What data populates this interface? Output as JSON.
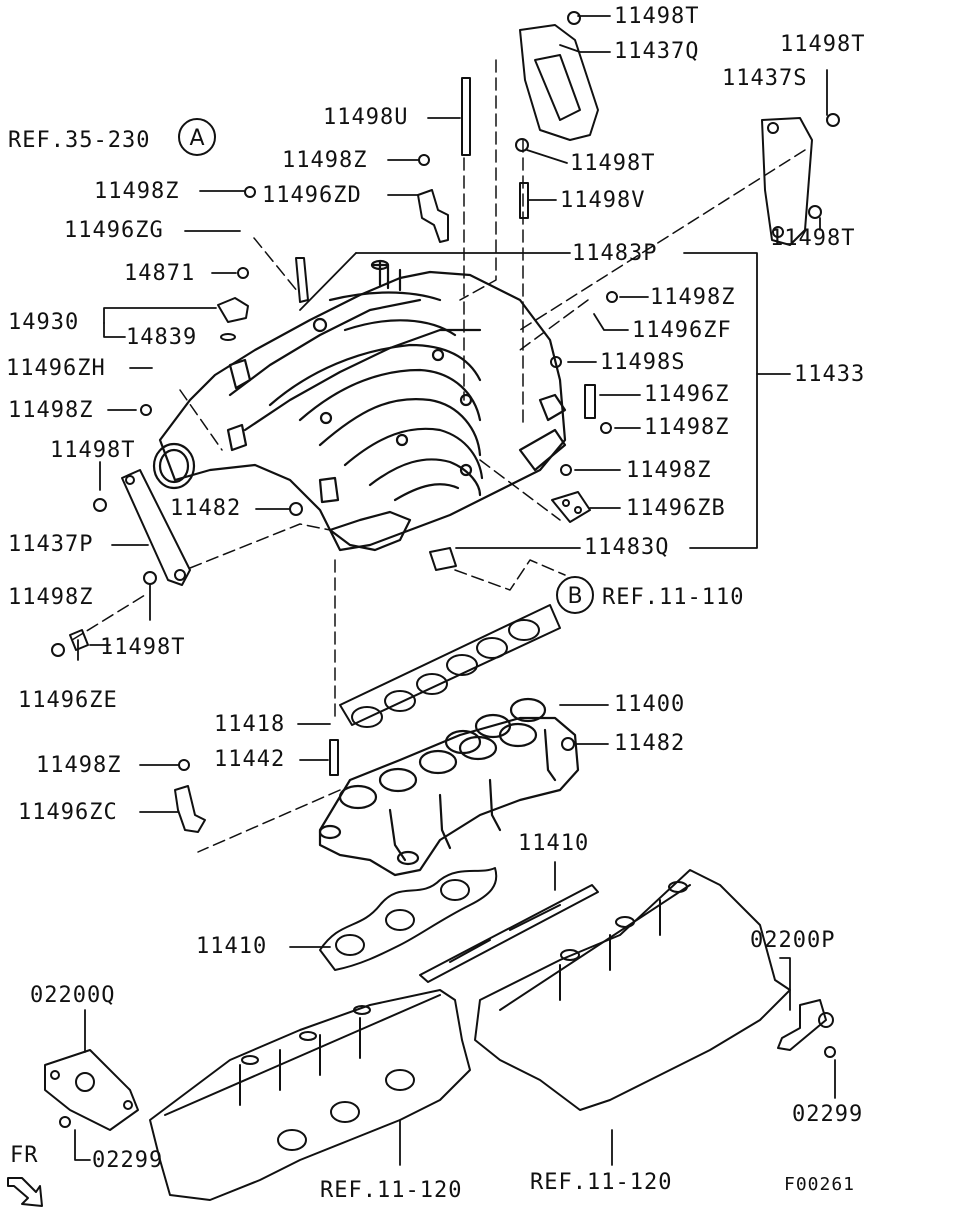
{
  "diagram_code": "F00261",
  "front_label": "FR",
  "ref_circles": {
    "a": "A",
    "b": "B"
  },
  "labels": {
    "p11498T_top": "11498T",
    "p11437Q": "11437Q",
    "p11498T_r1": "11498T",
    "p11437S": "11437S",
    "p11498U": "11498U",
    "ref35_230": "REF.35-230",
    "p11498Z_a": "11498Z",
    "p11498T_mid": "11498T",
    "p11498Z_b": "11498Z",
    "p11496ZD": "11496ZD",
    "p11498V": "11498V",
    "p11496ZG": "11496ZG",
    "p11498T_r2": "11498T",
    "p11483P": "11483P",
    "p14871": "14871",
    "p11498Z_c": "11498Z",
    "p14930": "14930",
    "p14839": "14839",
    "p11496ZF": "11496ZF",
    "p11498S": "11498S",
    "p11496ZH": "11496ZH",
    "p11433": "11433",
    "p11496Z": "11496Z",
    "p11498Z_d": "11498Z",
    "p11498Z_e": "11498Z",
    "p11498T_l": "11498T",
    "p11498Z_f": "11498Z",
    "p11482_a": "11482",
    "p11496ZB": "11496ZB",
    "p11437P": "11437P",
    "p11483Q": "11483Q",
    "ref11_110": "REF.11-110",
    "p11498Z_g": "11498Z",
    "p11498T_b": "11498T",
    "p11496ZE": "11496ZE",
    "p11400": "11400",
    "p11418": "11418",
    "p11482_b": "11482",
    "p11442": "11442",
    "p11498Z_h": "11498Z",
    "p11496ZC": "11496ZC",
    "p11410_a": "11410",
    "p11410_b": "11410",
    "p02200P": "02200P",
    "p02200Q": "02200Q",
    "p02299_a": "02299",
    "p02299_b": "02299",
    "ref11_120_a": "REF.11-120",
    "ref11_120_b": "REF.11-120"
  }
}
